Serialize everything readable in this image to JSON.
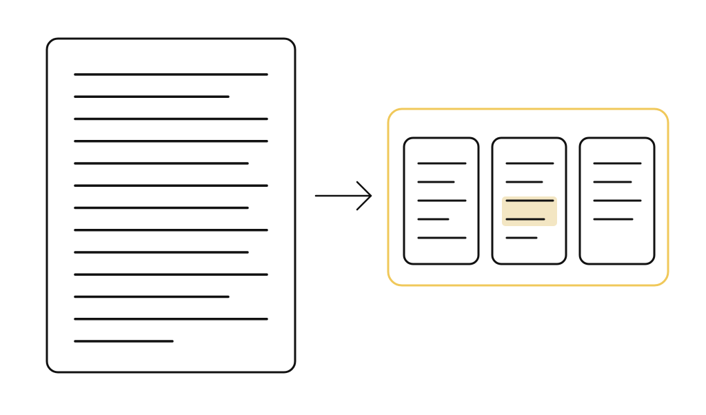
{
  "diagram": {
    "colors": {
      "background": "#ffffff",
      "stroke": "#111111",
      "accent": "#f0c85a",
      "highlight": "#f3e6c3"
    },
    "source_document": {
      "line_count": 13
    },
    "chunks": {
      "count": 3,
      "line_counts": [
        5,
        5,
        4
      ],
      "highlighted_chunk": 1,
      "highlighted_lines": [
        2,
        3
      ]
    },
    "arrow": {
      "icon": "right-arrow-icon"
    }
  }
}
